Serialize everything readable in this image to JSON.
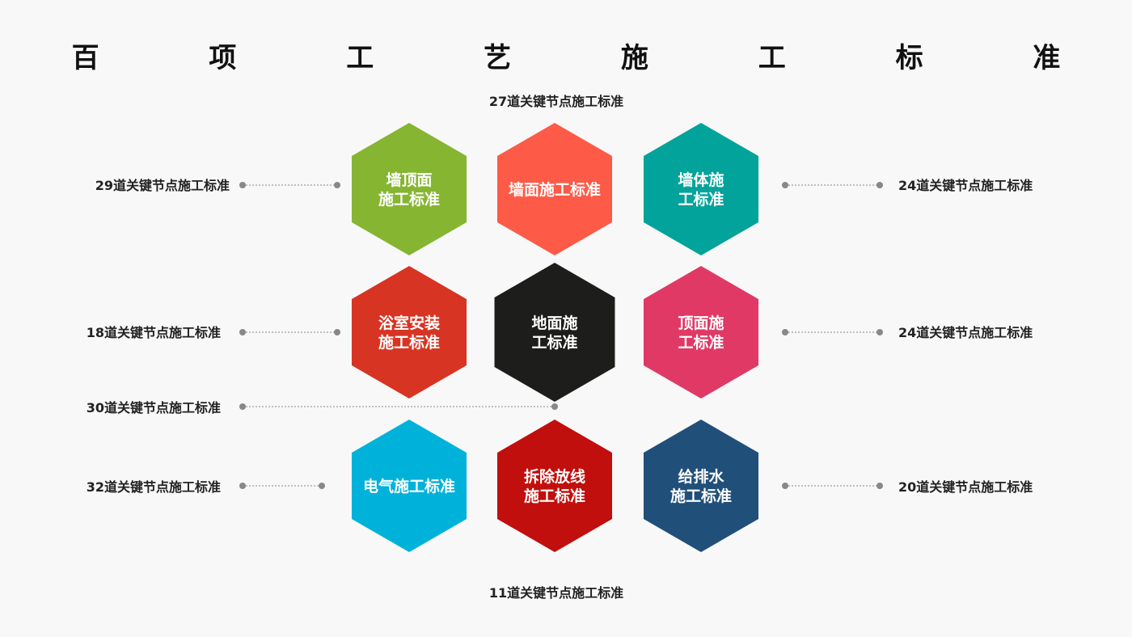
{
  "title": "百 项 工 艺 施 工 标 准",
  "top_caption": "27道关键节点施工标准",
  "bottom_caption": "11道关键节点施工标准",
  "hexagons": [
    {
      "lines": [
        "墙顶面",
        "施工标准"
      ],
      "color": "#86b532"
    },
    {
      "lines": [
        "墙面施工标准"
      ],
      "color": "#fd5a48"
    },
    {
      "lines": [
        "墙体施",
        "工标准"
      ],
      "color": "#02a39a"
    },
    {
      "lines": [
        "浴室安装",
        "施工标准"
      ],
      "color": "#d73423"
    },
    {
      "lines": [
        "地面施",
        "工标准"
      ],
      "color": "#1d1e1c"
    },
    {
      "lines": [
        "顶面施",
        "工标准"
      ],
      "color": "#e03966"
    },
    {
      "lines": [
        "电气施工标准"
      ],
      "color": "#00b2da"
    },
    {
      "lines": [
        "拆除放线",
        "施工标准"
      ],
      "color": "#c00f0c"
    },
    {
      "lines": [
        "给排水",
        "施工标准"
      ],
      "color": "#204f7a"
    }
  ],
  "side_captions": {
    "left": [
      "29道关键节点施工标准",
      "18道关键节点施工标准",
      "30道关键节点施工标准",
      "32道关键节点施工标准"
    ],
    "right": [
      "24道关键节点施工标准",
      "24道关键节点施工标准",
      "20道关键节点施工标准"
    ]
  },
  "connector_color": "#888888"
}
